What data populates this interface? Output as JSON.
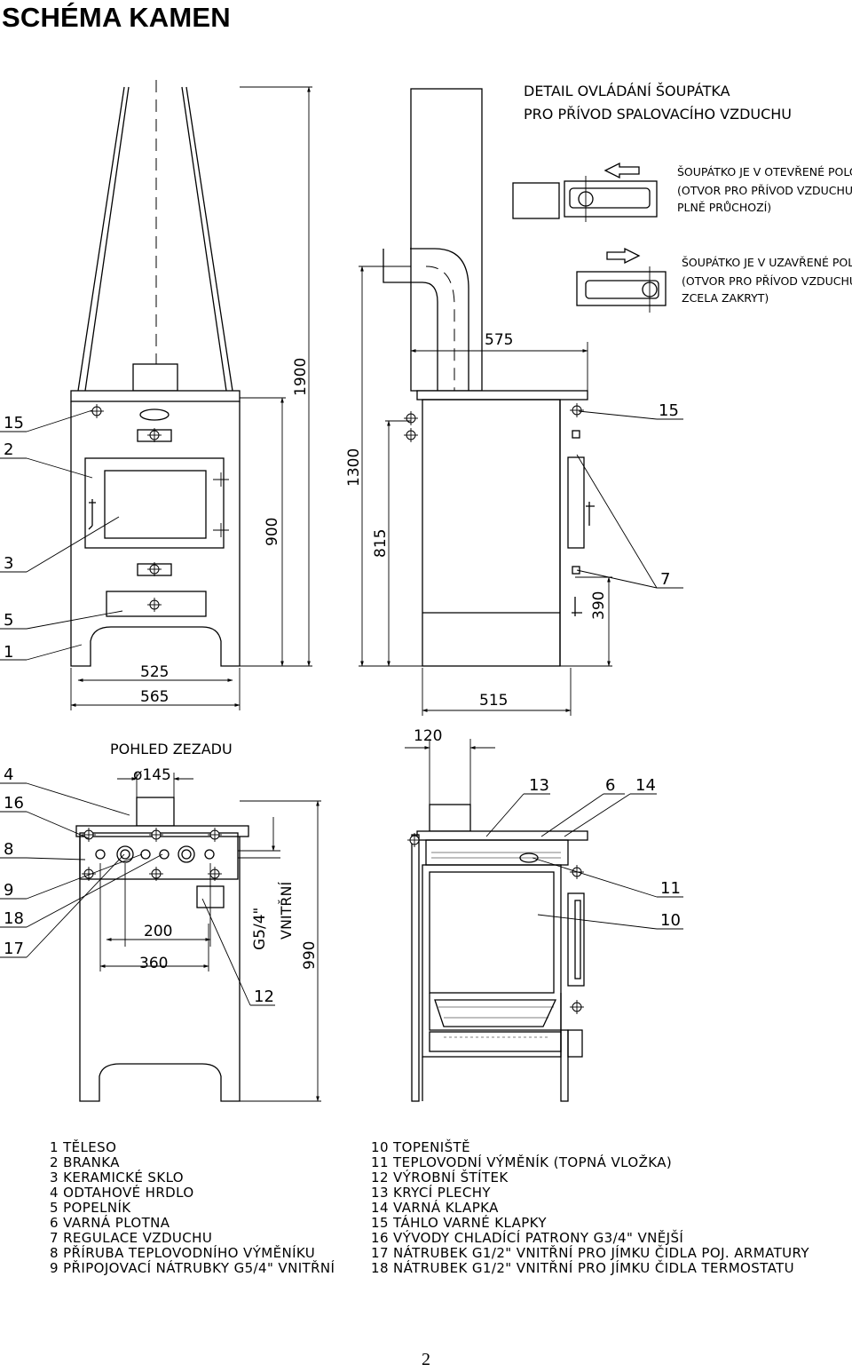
{
  "title": "SCHÉMA KAMEN",
  "page_number": "2",
  "detail": {
    "heading_1": "DETAIL OVLÁDÁNÍ ŠOUPÁTKA",
    "heading_2": "PRO PŘÍVOD SPALOVACÍHO VZDUCHU",
    "open_1": "ŠOUPÁTKO JE V OTEVŘENÉ POLOZE",
    "open_2": "(OTVOR PRO PŘÍVOD VZDUCHU JE",
    "open_3": "PLNĚ PRŮCHOZÍ)",
    "closed_1": "ŠOUPÁTKO JE V UZAVŘENÉ POLOZE",
    "closed_2": "(OTVOR PRO PŘÍVOD VZDUCHU JE",
    "closed_3": "ZCELA ZAKRYT)"
  },
  "rear_view_label": "POHLED ZEZADU",
  "diameter_label": "ø145",
  "thread_label": "G5/4\"",
  "inner_label": "VNITŘNÍ",
  "dimensions": {
    "d1900": "1900",
    "d900": "900",
    "d1300": "1300",
    "d815": "815",
    "d575": "575",
    "d525": "525",
    "d565": "565",
    "d515": "515",
    "d390": "390",
    "d120": "120",
    "d200": "200",
    "d360": "360",
    "d990": "990"
  },
  "callouts": {
    "c15a": "15",
    "c2": "2",
    "c3": "3",
    "c5": "5",
    "c1": "1",
    "c15b": "15",
    "c7": "7",
    "c4": "4",
    "c16": "16",
    "c8": "8",
    "c9": "9",
    "c18": "18",
    "c17": "17",
    "c12": "12",
    "c13": "13",
    "c6": "6",
    "c14": "14",
    "c11": "11",
    "c10": "10"
  },
  "legend_left": [
    "1 TĚLESO",
    "2 BRANKA",
    "3 KERAMICKÉ SKLO",
    "4 ODTAHOVÉ HRDLO",
    "5 POPELNÍK",
    "6 VARNÁ PLOTNA",
    "7 REGULACE VZDUCHU",
    "8 PŘÍRUBA TEPLOVODNÍHO VÝMĚNÍKU",
    "9 PŘIPOJOVACÍ NÁTRUBKY G5/4\" VNITŘNÍ"
  ],
  "legend_right": [
    "10 TOPENIŠTĚ",
    "11 TEPLOVODNÍ VÝMĚNÍK (TOPNÁ VLOŽKA)",
    "12 VÝROBNÍ ŠTÍTEK",
    "13 KRYCÍ PLECHY",
    "14 VARNÁ KLAPKA",
    "15 TÁHLO VARNÉ KLAPKY",
    "16 VÝVODY CHLADÍCÍ PATRONY G3/4\" VNĚJŠÍ",
    "17 NÁTRUBEK G1/2\" VNITŘNÍ PRO JÍMKU ČIDLA POJ. ARMATURY",
    "18 NÁTRUBEK G1/2\" VNITŘNÍ PRO JÍMKU ČIDLA TERMOSTATU"
  ]
}
